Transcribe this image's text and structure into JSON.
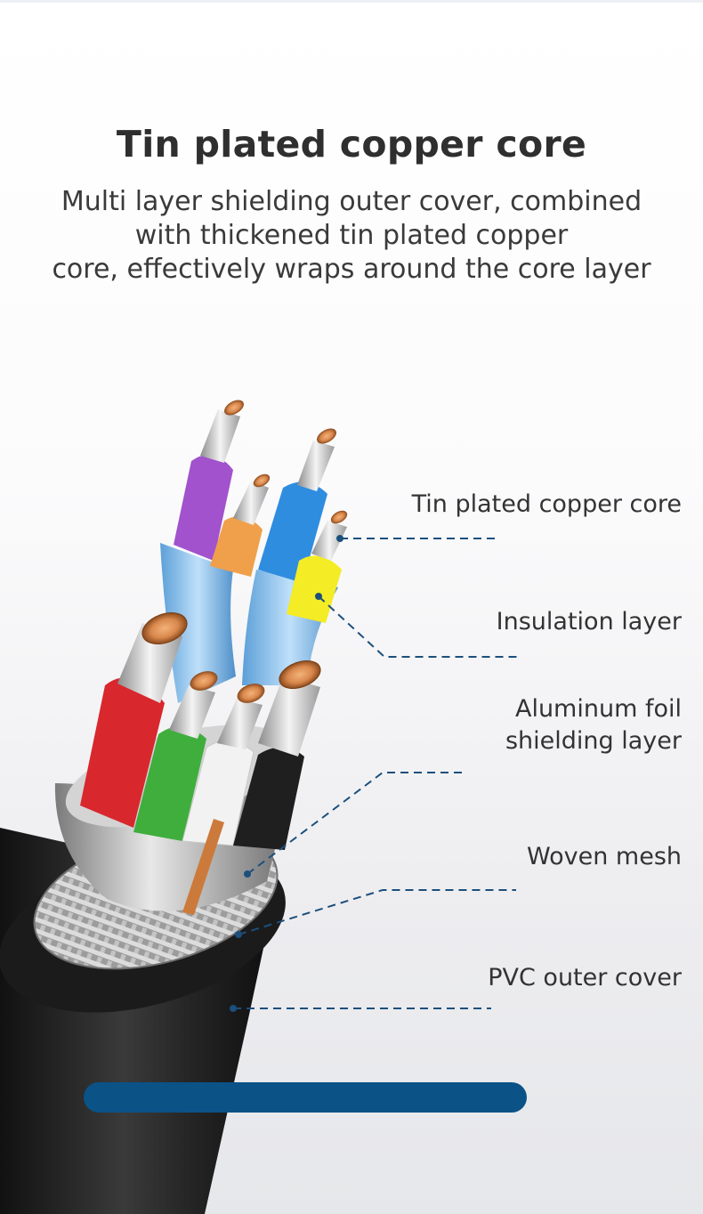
{
  "header": {
    "title": "Tin plated copper core",
    "description_lines": [
      "Multi layer shielding outer cover, combined",
      "with thickened tin plated copper",
      "core, effectively wraps around the core layer"
    ]
  },
  "callouts": [
    {
      "lines": [
        "Tin plated copper core"
      ]
    },
    {
      "lines": [
        "Insulation layer"
      ]
    },
    {
      "lines": [
        "Aluminum foil",
        "shielding layer"
      ]
    },
    {
      "lines": [
        "Woven mesh"
      ]
    },
    {
      "lines": [
        "PVC outer cover"
      ]
    }
  ],
  "colors": {
    "title_text": "#2f2f2f",
    "body_text": "#3a3a3a",
    "leader_line": "#1c4f7c",
    "accent_bar": "#0b5287",
    "wire_purple": "#a152cc",
    "wire_orange": "#f0a04a",
    "wire_blue": "#2f8de0",
    "wire_yellow": "#f4ec24",
    "wire_red": "#d9272e",
    "wire_green": "#3fae3c",
    "wire_white": "#f2f2f2",
    "wire_black": "#1f1f1f",
    "copper": "#d9884c",
    "pvc_jacket": "#262626"
  }
}
